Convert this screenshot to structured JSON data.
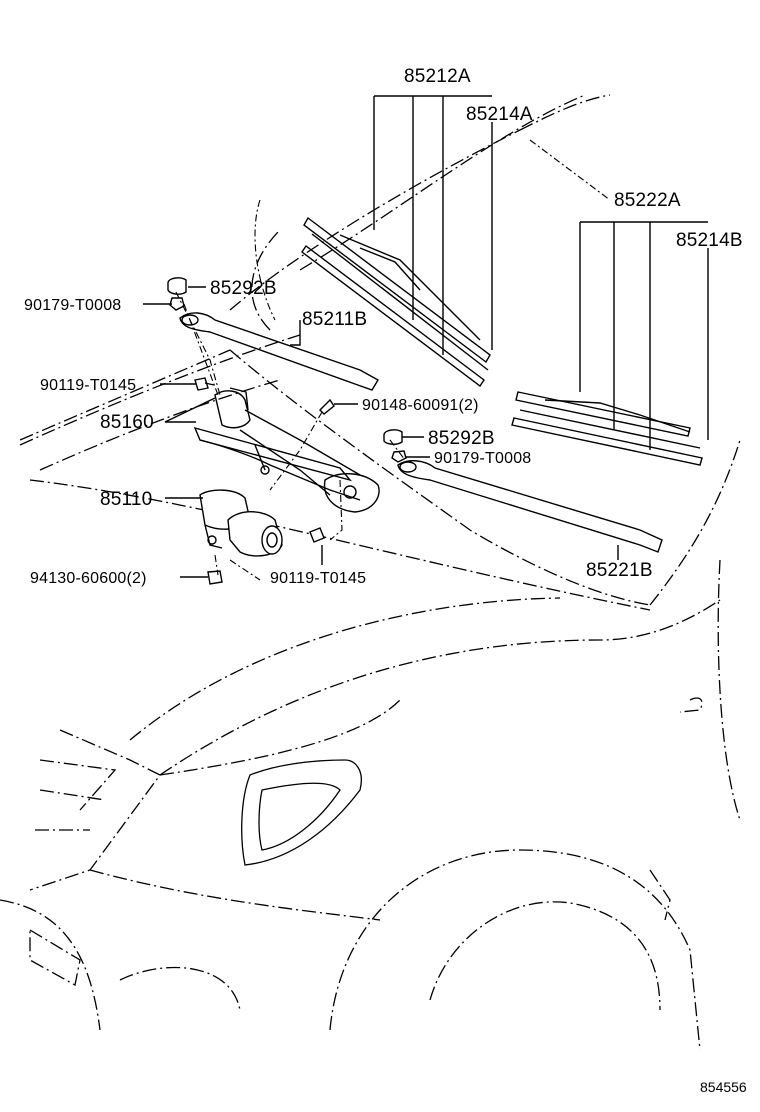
{
  "diagram_id": "854556",
  "parts": {
    "blade_front": "85212A",
    "refill_front": "85214A",
    "blade_rear": "85222A",
    "refill_rear": "85214B",
    "cap_left": "85292B",
    "nut_left": "90179-T0008",
    "arm_left": "85211B",
    "bolt_link": "90119-T0145",
    "link_assy": "85160",
    "bolt_right": "90148-60091(2)",
    "cap_right": "85292B",
    "nut_right": "90179-T0008",
    "motor": "85110",
    "arm_right": "85221B",
    "grommet": "94130-60600(2)",
    "bolt_motor": "90119-T0145"
  }
}
